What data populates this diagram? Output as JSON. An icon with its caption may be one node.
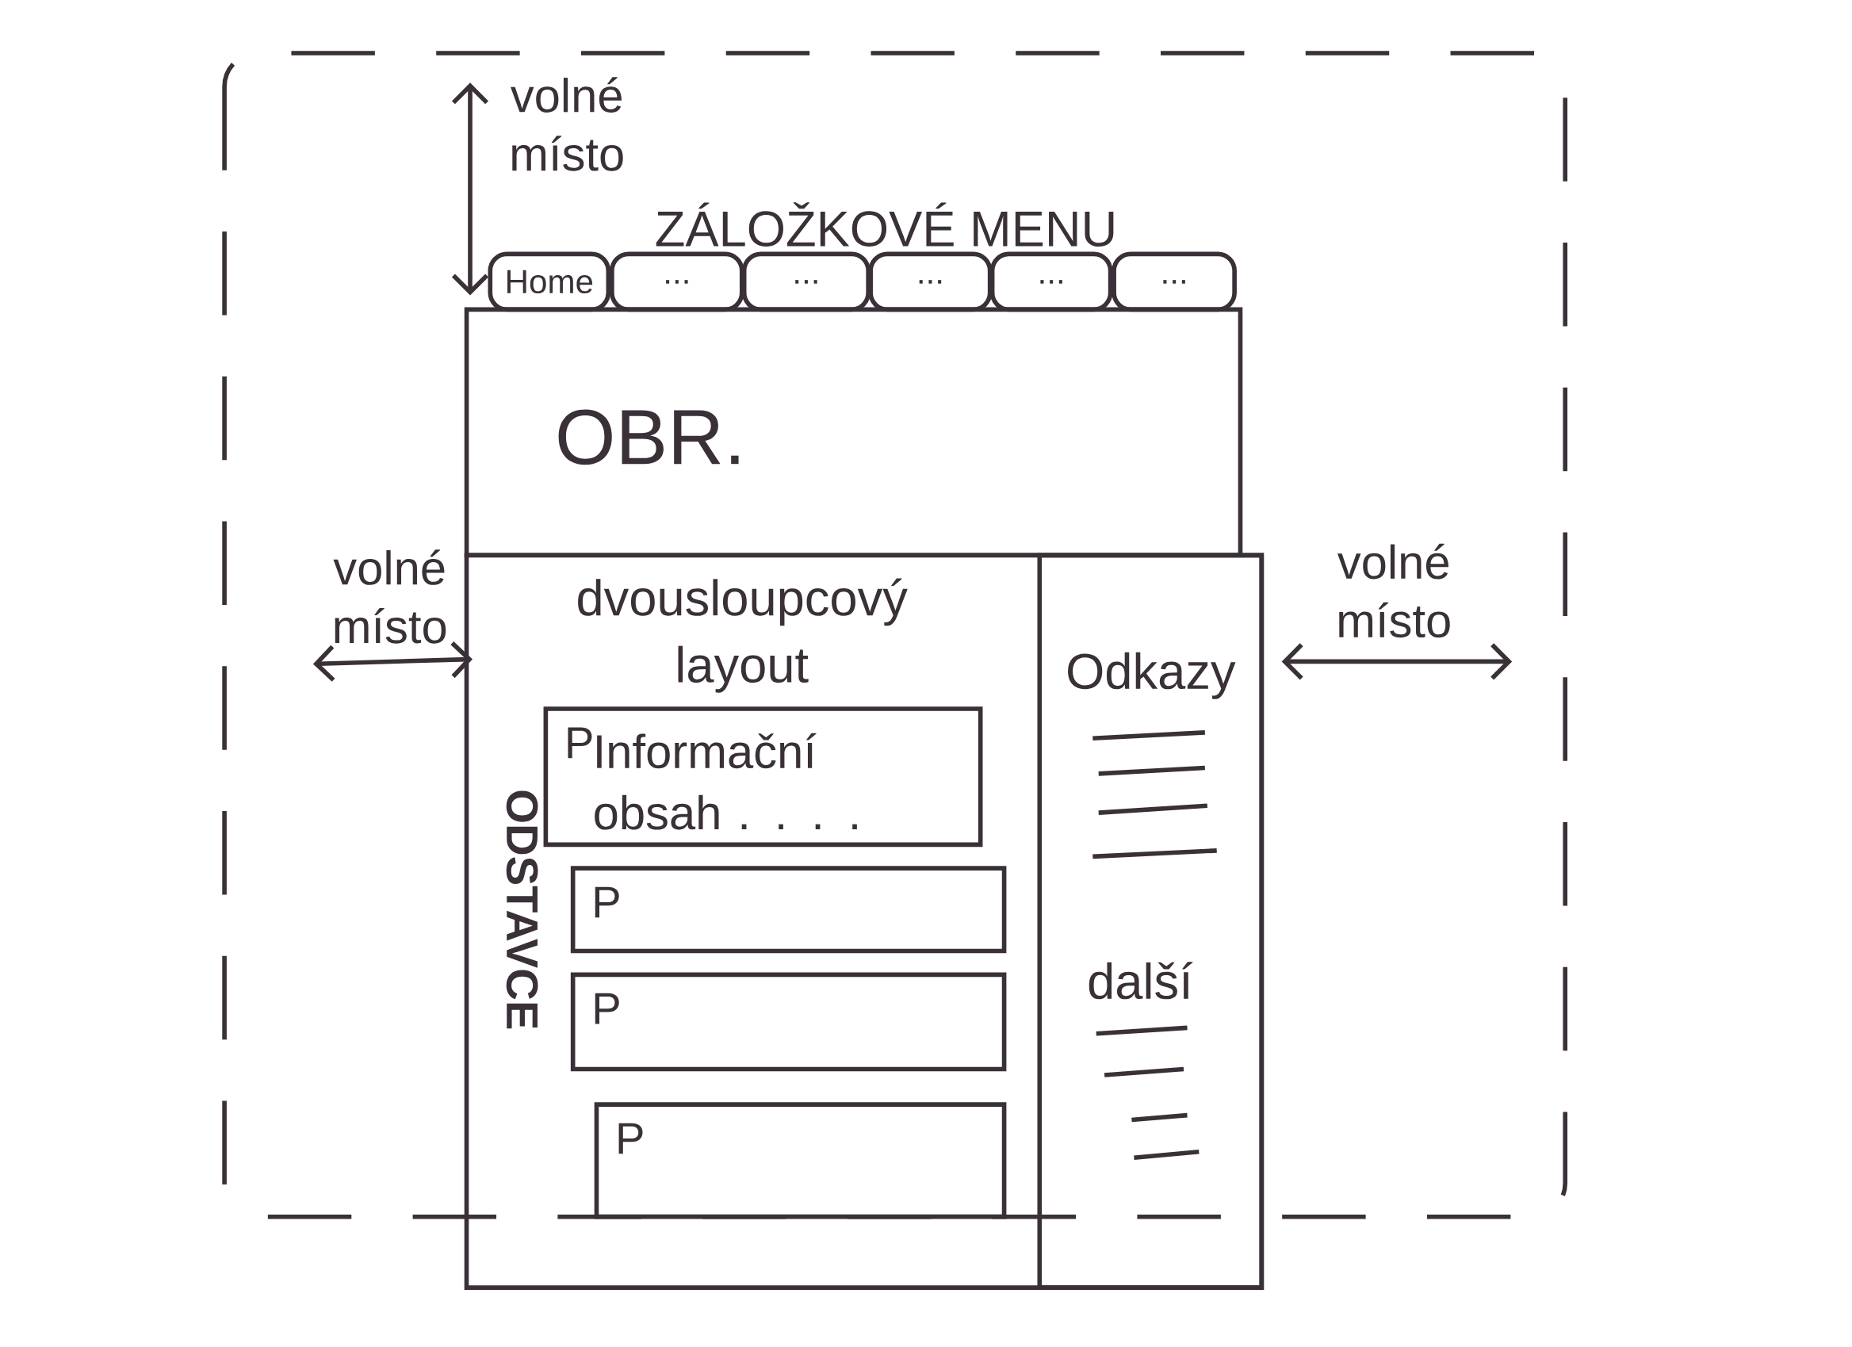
{
  "diagram": {
    "nodes": [
      {
        "text": [
          "Home"
        ]
      },
      {
        "text": [
          "..."
        ]
      },
      {
        "text": [
          "..."
        ]
      },
      {
        "text": [
          "..."
        ]
      },
      {
        "text": [
          "..."
        ]
      },
      {
        "text": [
          "..."
        ]
      },
      {
        "text": [
          "OBR."
        ]
      },
      {
        "text": [
          "dvousloupcový layout"
        ]
      },
      {
        "text": [
          "Odkazy",
          "další"
        ],
        "in": 7
      },
      {
        "text": [
          "P",
          "Informační obsah . . . ."
        ],
        "in": 7
      },
      {
        "text": [
          "P"
        ],
        "in": 7
      },
      {
        "text": [
          "P"
        ],
        "in": 7
      },
      {
        "text": [
          "P"
        ],
        "in": 7
      }
    ],
    "labels": [
      "volné místo",
      "ZÁLOŽKOVÉ MENU",
      "volné místo",
      "volné místo",
      "ODSTAVCE"
    ]
  }
}
